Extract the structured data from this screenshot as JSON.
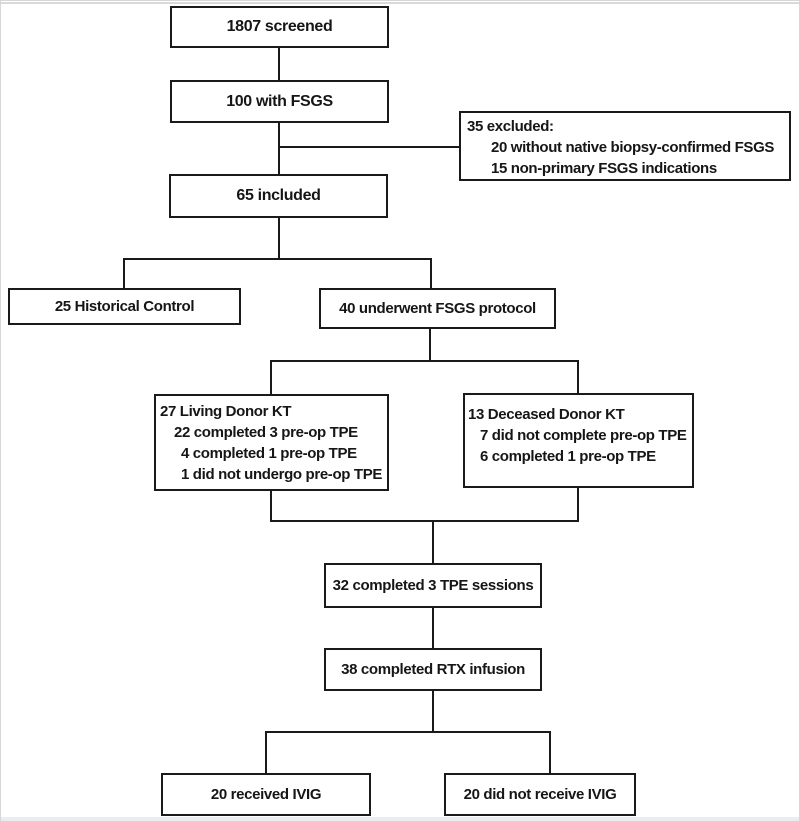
{
  "figure": {
    "type": "patient-flow-diagram",
    "colors": {
      "box_border": "#1a1a1a",
      "connector": "#1a1a1a",
      "background": "#ffffff",
      "frame": "#d6d6d6",
      "footer_strip": "#e9edf2",
      "text": "#161616"
    }
  },
  "boxes": {
    "screened": {
      "label": "1807 screened"
    },
    "with_fsgs": {
      "label": "100 with FSGS"
    },
    "excluded": {
      "lines": [
        "35 excluded:",
        "20 without native biopsy-confirmed FSGS",
        "15 non-primary FSGS indications"
      ]
    },
    "included": {
      "label": "65 included"
    },
    "historical_control": {
      "label": "25 Historical Control"
    },
    "fsgs_protocol": {
      "label": "40 underwent FSGS protocol"
    },
    "living_donor": {
      "lines": [
        "27 Living Donor KT",
        "22 completed 3 pre-op TPE",
        "4 completed 1 pre-op TPE",
        "1 did not undergo pre-op TPE"
      ]
    },
    "deceased_donor": {
      "lines": [
        "13 Deceased Donor KT",
        "7 did not complete pre-op TPE",
        "6 completed 1 pre-op TPE"
      ]
    },
    "tpe_sessions": {
      "label": "32 completed 3 TPE sessions"
    },
    "rtx_infusion": {
      "label": "38 completed RTX infusion"
    },
    "ivig_received": {
      "label": "20 received IVIG"
    },
    "ivig_not_received": {
      "label": "20 did not receive IVIG"
    }
  }
}
